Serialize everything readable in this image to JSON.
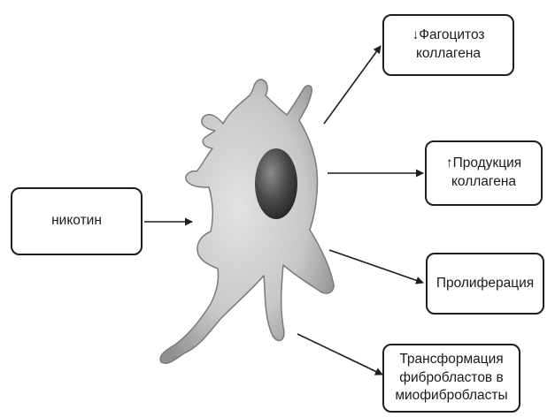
{
  "diagram": {
    "input": {
      "label": "никотин"
    },
    "cell": {
      "icon": "fibroblast-cell-icon"
    },
    "effects": [
      {
        "arrow": "↓",
        "lines": [
          "Фагоцитоз",
          "коллагена"
        ]
      },
      {
        "arrow": "↑",
        "lines": [
          "Продукция",
          "коллагена"
        ]
      },
      {
        "arrow": "",
        "lines": [
          "Пролиферация"
        ]
      },
      {
        "arrow": "",
        "lines": [
          "Трансформация",
          "фибробластов в",
          "миофибробласты"
        ]
      }
    ],
    "colors": {
      "border": "#1e1e1e",
      "cell_light": "#d4d4d4",
      "cell_dark": "#8a8a8a",
      "nucleus_dark": "#2f2f2f"
    }
  }
}
